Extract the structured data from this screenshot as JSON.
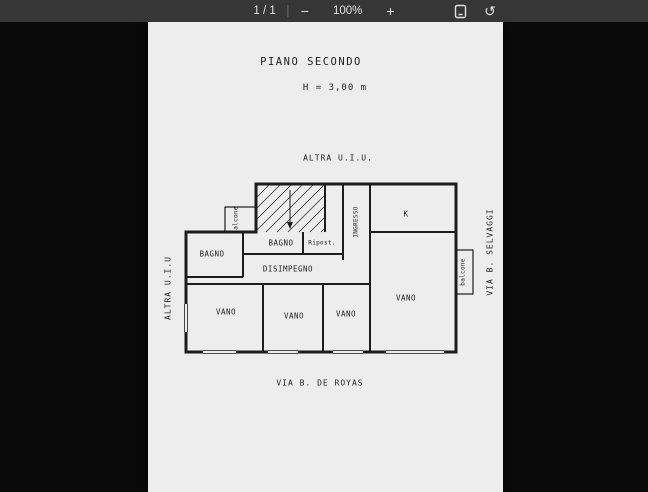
{
  "toolbar": {
    "page_indicator": "1 / 1",
    "zoom_out_label": "−",
    "zoom_level": "100%",
    "zoom_in_label": "+",
    "rotate_glyph": "↺",
    "icons": {
      "pages": "page-thumbnail-icon",
      "rotate": "rotate-ccw-icon"
    }
  },
  "plan": {
    "title": "PIANO SECONDO",
    "height_note": "H = 3,00 m",
    "label_top": "ALTRA U.I.U.",
    "label_left": "ALTRA U.I.U",
    "label_right": "VIA B. SELVAGGI",
    "label_bottom": "VIA B. DE ROYAS",
    "line_color": "#1c1c1c",
    "rooms": {
      "bagno_top": "BAGNO",
      "ripost": "Ripost.",
      "ingresso": "INGRESSO",
      "kitchen": "K",
      "bagno_left": "BAGNO",
      "disimpegno": "DISIMPEGNO",
      "vano1": "VANO",
      "vano2": "VANO",
      "vano3": "VANO",
      "vano_big": "VANO",
      "balcone_left": "balcone",
      "balcone_right": "balcone"
    }
  }
}
